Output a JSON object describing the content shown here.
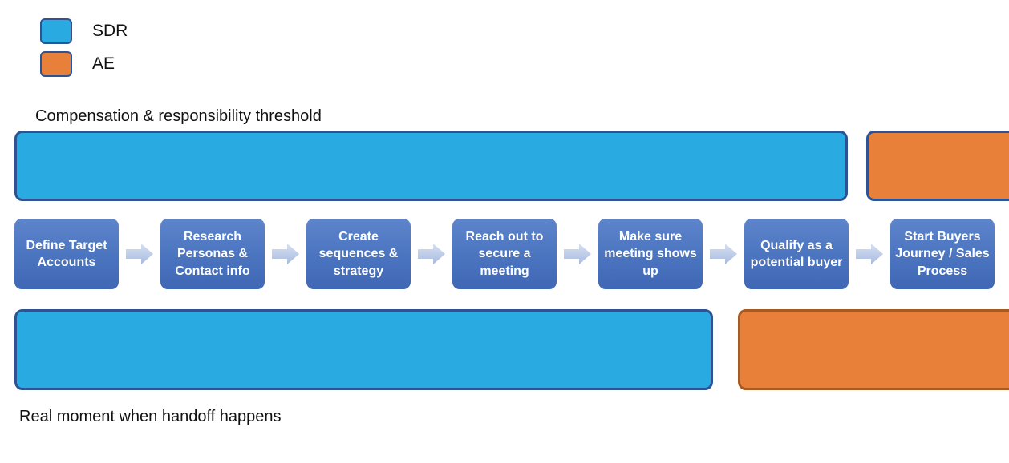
{
  "legend": {
    "items": [
      {
        "label": "SDR",
        "color": "#29ABE2",
        "swatch_name": "sdr-swatch"
      },
      {
        "label": "AE",
        "color": "#E8803A",
        "swatch_name": "ae-swatch"
      }
    ]
  },
  "captions": {
    "top": "Compensation & responsibility threshold",
    "bottom": "Real moment when handoff happens"
  },
  "bands": {
    "top": [
      {
        "role": "SDR",
        "color": "#29ABE2",
        "border": "#2E5395"
      },
      {
        "role": "AE",
        "color": "#E8803A",
        "border": "#2E5395"
      }
    ],
    "bottom": [
      {
        "role": "SDR",
        "color": "#29ABE2",
        "border": "#2E5395"
      },
      {
        "role": "AE",
        "color": "#E8803A",
        "border": "#A85A22"
      }
    ]
  },
  "process": {
    "box_color": "#4472C4",
    "arrow_color": "#B4C6E7",
    "steps": [
      {
        "label": "Define Target Accounts"
      },
      {
        "label": "Research Personas & Contact info"
      },
      {
        "label": "Create sequences & strategy"
      },
      {
        "label": "Reach out to secure a meeting"
      },
      {
        "label": "Make sure meeting shows up"
      },
      {
        "label": "Qualify  as a potential buyer"
      },
      {
        "label": "Start Buyers Journey / Sales Process"
      }
    ]
  }
}
